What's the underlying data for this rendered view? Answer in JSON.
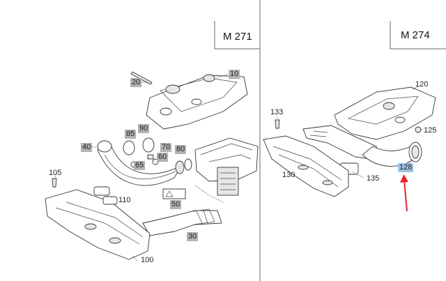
{
  "models": {
    "left": "M 271",
    "right": "M 274"
  },
  "callouts": {
    "c10": "10",
    "c20": "20",
    "c30": "30",
    "c40": "40",
    "c50": "50",
    "c60": "60",
    "c65": "65",
    "c70": "70",
    "c80": "80",
    "c85": "85",
    "c90": "90",
    "c100": "100",
    "c105": "105",
    "c110": "110",
    "c120": "120",
    "c125": "125",
    "c128": "128",
    "c130": "130",
    "c133": "133",
    "c135": "135"
  },
  "colors": {
    "grey_tag": "#b3b3b3",
    "highlight_tag": "#9fc3e6",
    "arrow": "#e0262b"
  }
}
